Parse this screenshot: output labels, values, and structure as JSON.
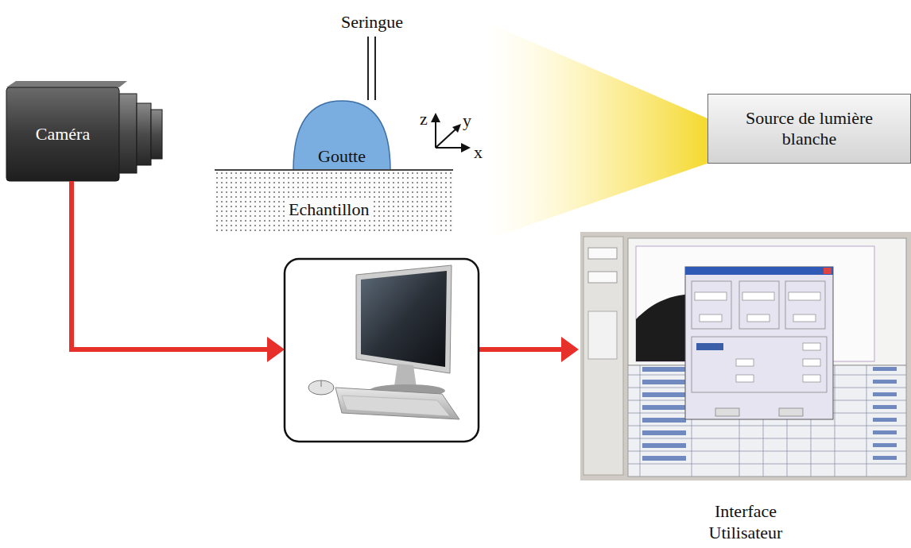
{
  "diagram": {
    "nodes": [
      {
        "text": [
          "Caméra"
        ]
      },
      {
        "text": [
          "Goutte"
        ]
      },
      {
        "text": [
          "Echantillon"
        ]
      },
      {
        "text": [
          "Source de lumière blanche"
        ]
      },
      {
        "text": [
          "Interface Utilisateur"
        ]
      }
    ],
    "labels": [
      "Seringue",
      "z",
      "y",
      "x"
    ]
  }
}
